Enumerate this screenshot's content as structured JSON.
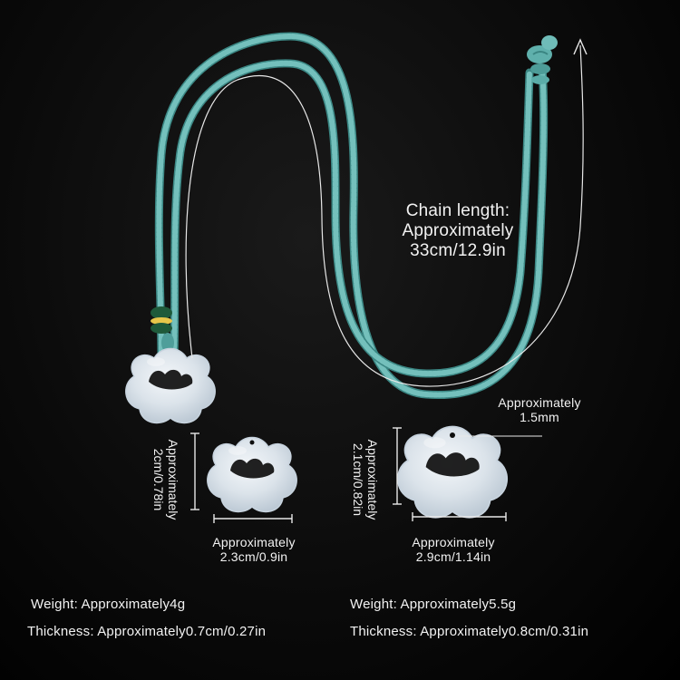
{
  "chain": {
    "title": "Chain length:",
    "approx": "Approximately",
    "value": "33cm/12.9in"
  },
  "hole": {
    "approx": "Approximately",
    "value": "1.5mm"
  },
  "small_pendant": {
    "height_approx": "Approximately",
    "height_value": "2cm/0.78in",
    "width_approx": "Approximately",
    "width_value": "2.3cm/0.9in",
    "weight": "Weight: Approximately4g",
    "thickness": "Thickness: Approximately0.7cm/0.27in"
  },
  "large_pendant": {
    "height_approx": "Approximately",
    "height_value": "2.1cm/0.82in",
    "width_approx": "Approximately",
    "width_value": "2.9cm/1.14in",
    "weight": "Weight: Approximately5.5g",
    "thickness": "Thickness: Approximately0.8cm/0.31in"
  },
  "colors": {
    "cord": "#6fbcb8",
    "pendant": "#d9e2ea",
    "text": "#f2f2f2",
    "bead_gold": "#e8c64a",
    "bead_green": "#1f5a3a"
  }
}
